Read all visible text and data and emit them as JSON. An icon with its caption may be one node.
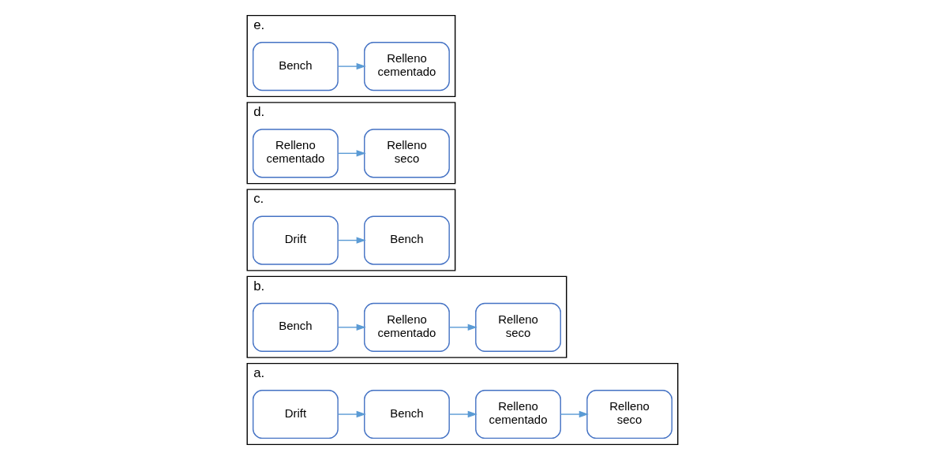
{
  "diagram": {
    "nodes": [
      {
        "text": [
          "a."
        ]
      },
      {
        "text": [
          "Drift"
        ],
        "in": 0
      },
      {
        "text": [
          "Bench"
        ],
        "in": 0
      },
      {
        "text": [
          "Relleno cementado"
        ],
        "in": 0
      },
      {
        "text": [
          "Relleno seco"
        ],
        "in": 0
      },
      {
        "text": [
          "b."
        ]
      },
      {
        "text": [
          "Bench"
        ],
        "in": 5
      },
      {
        "text": [
          "Relleno cementado"
        ],
        "in": 5
      },
      {
        "text": [
          "Relleno seco"
        ],
        "in": 5
      },
      {
        "text": [
          "c."
        ]
      },
      {
        "text": [
          "Drift"
        ],
        "in": 9
      },
      {
        "text": [
          "Bench"
        ],
        "in": 9
      },
      {
        "text": [
          "d."
        ]
      },
      {
        "text": [
          "Relleno cementado"
        ],
        "in": 12
      },
      {
        "text": [
          "Relleno seco"
        ],
        "in": 12
      },
      {
        "text": [
          "e."
        ]
      },
      {
        "text": [
          "Bench"
        ],
        "in": 15
      },
      {
        "text": [
          "Relleno cementado"
        ],
        "in": 15
      }
    ],
    "edges": [
      {
        "from": 1,
        "to": 2,
        "arrow": "to"
      },
      {
        "from": 2,
        "to": 3,
        "arrow": "to"
      },
      {
        "from": 3,
        "to": 4,
        "arrow": "to"
      },
      {
        "from": 6,
        "to": 7,
        "arrow": "to"
      },
      {
        "from": 7,
        "to": 8,
        "arrow": "to"
      },
      {
        "from": 10,
        "to": 11,
        "arrow": "to"
      },
      {
        "from": 13,
        "to": 14,
        "arrow": "to"
      },
      {
        "from": 16,
        "to": 17,
        "arrow": "to"
      }
    ]
  }
}
